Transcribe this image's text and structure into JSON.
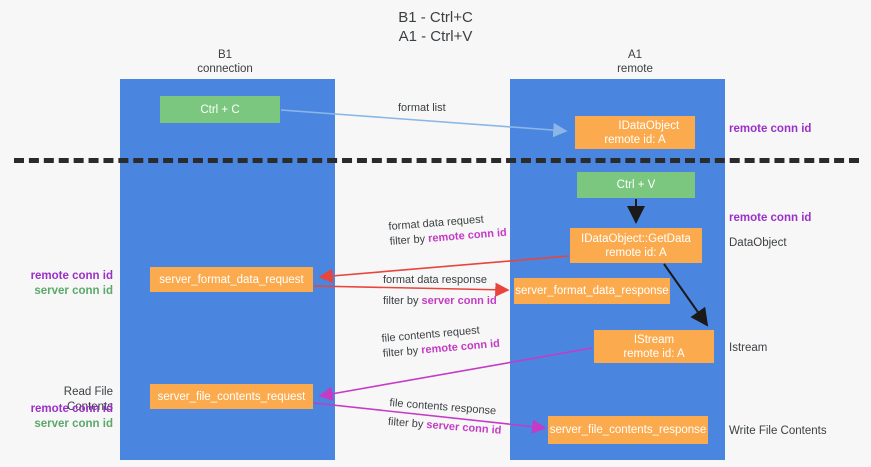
{
  "title": {
    "line1": "B1 - Ctrl+C",
    "line2": "A1 - Ctrl+V"
  },
  "columns": [
    {
      "name": "B1",
      "role": "connection"
    },
    {
      "name": "A1",
      "role": "remote"
    }
  ],
  "nodes": {
    "ctrl_c": {
      "label": "Ctrl + C",
      "color": "#7bc77f"
    },
    "idataobject": {
      "label": "IDataObject",
      "sub": "remote id: A",
      "color": "#fbab4e"
    },
    "ctrl_v": {
      "label": "Ctrl + V",
      "color": "#7bc77f"
    },
    "getdata": {
      "label": "IDataObject::GetData",
      "sub": "remote id: A",
      "color": "#fbab4e"
    },
    "server_format_data_request": {
      "label": "server_format_data_request",
      "color": "#fbab4e"
    },
    "server_format_data_response": {
      "label": "server_format_data_response",
      "color": "#fbab4e"
    },
    "istream": {
      "label": "IStream",
      "sub": "remote id: A",
      "color": "#fbab4e"
    },
    "server_file_contents_request": {
      "label": "server_file_contents_request",
      "color": "#fbab4e"
    },
    "server_file_contents_response": {
      "label": "server_file_contents_response",
      "color": "#fbab4e"
    }
  },
  "edge_labels": {
    "format_list": "format list",
    "format_data_request": {
      "line1": "format data request",
      "prefix": "filter by ",
      "highlight": "remote conn id"
    },
    "format_data_response": {
      "line1": "format data response",
      "prefix": "filter by ",
      "highlight": "server conn id"
    },
    "file_contents_request": {
      "line1": "file contents request",
      "prefix": "filter by ",
      "highlight": "remote conn id"
    },
    "file_contents_response": {
      "line1": "file contents response",
      "prefix": "filter by ",
      "highlight": "server conn id"
    }
  },
  "side_notes": {
    "right_remote_conn_id_top": "remote conn id",
    "right_remote_conn_id_mid": "remote conn id",
    "right_dataobject": "DataObject",
    "right_istream": "Istream",
    "right_write_file_contents": "Write File Contents",
    "left_remote_conn_id": "remote conn id",
    "left_server_conn_id": "server conn id",
    "left_read_file_contents": "Read File Contents",
    "left_remote_conn_id_2": "remote conn id",
    "left_server_conn_id_2": "server conn id"
  },
  "colors": {
    "lane": "#4a86e0",
    "green_node": "#7bc77f",
    "orange_node": "#fbab4e",
    "divider": "#2b2b2b",
    "arrow_blue": "#8ab6e8",
    "arrow_red": "#e8453c",
    "arrow_magenta": "#c53bc5",
    "arrow_black": "#1a1a1a",
    "purple_text": "#9b30c9",
    "green_text": "#5aa96a",
    "background": "#f7f7f7"
  }
}
